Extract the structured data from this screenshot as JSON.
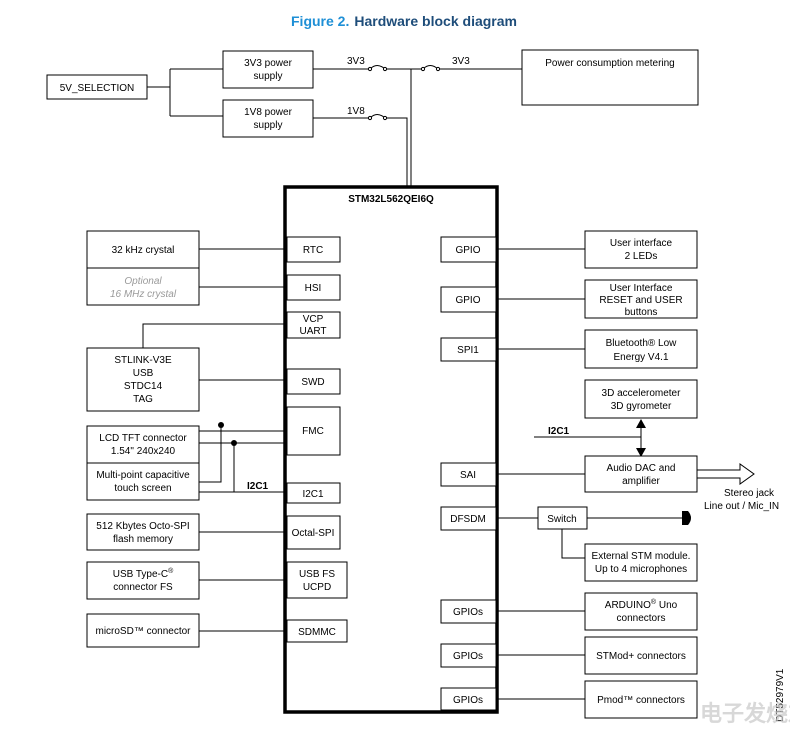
{
  "title": {
    "prefix": "Figure 2.",
    "text": "Hardware block diagram",
    "prefix_color": "#1e8fd6"
  },
  "power": {
    "selection": "5V_SELECTION",
    "supply_3v3_l1": "3V3 power",
    "supply_3v3_l2": "supply",
    "supply_1v8_l1": "1V8 power",
    "supply_1v8_l2": "supply",
    "net_3v3_a": "3V3",
    "net_3v3_b": "3V3",
    "net_1v8": "1V8",
    "metering": "Power consumption metering"
  },
  "mcu": {
    "name": "STM32L562QEI6Q",
    "left_ports": [
      "RTC",
      "HSI",
      "VCP",
      "UART",
      "SWD",
      "FMC",
      "I2C1",
      "Octal-SPI",
      "USB FS",
      "UCPD",
      "SDMMC"
    ],
    "right_ports": [
      "GPIO",
      "GPIO",
      "SPI1",
      "SAI",
      "DFSDM",
      "GPIOs",
      "GPIOs",
      "GPIOs"
    ]
  },
  "left_blocks": {
    "crystal_32k": "32 kHz crystal",
    "crystal_16m_l1": "Optional",
    "crystal_16m_l2": "16 MHz crystal",
    "stlink": [
      "STLINK-V3E",
      "USB",
      "STDC14",
      "TAG"
    ],
    "lcd_l1": "LCD TFT connector",
    "lcd_l2": "1.54\" 240x240",
    "touch_l1": "Multi-point capacitive",
    "touch_l2": "touch screen",
    "i2c_label": "I2C1",
    "flash_l1": "512 Kbytes Octo-SPI",
    "flash_l2": "flash memory",
    "usbc_l1": "USB Type-C",
    "usbc_sup": "®",
    "usbc_l2": "connector FS",
    "microsd": "microSD™ connector"
  },
  "right_blocks": {
    "ui_leds_l1": "User interface",
    "ui_leds_l2": "2 LEDs",
    "ui_btn_l1": "User Interface",
    "ui_btn_l2": "RESET and USER",
    "ui_btn_l3": "buttons",
    "ble_l1": "Bluetooth® Low",
    "ble_l2": "Energy V4.1",
    "accel_l1": "3D accelerometer",
    "accel_l2": "3D gyrometer",
    "i2c_label": "I2C1",
    "audio_l1": "Audio DAC and",
    "audio_l2": "amplifier",
    "jack_l1": "Stereo jack",
    "jack_l2": "Line out / Mic_IN",
    "switch": "Switch",
    "ext_l1": "External STM module.",
    "ext_l2": "Up to 4 microphones",
    "arduino_l1": "ARDUINO",
    "arduino_sup": "®",
    "arduino_l1b": " Uno",
    "arduino_l2": "connectors",
    "stmod": "STMod+ connectors",
    "pmod": "Pmod™ connectors"
  },
  "doc_id": "DT52979V1",
  "watermark": "电子发烧友"
}
